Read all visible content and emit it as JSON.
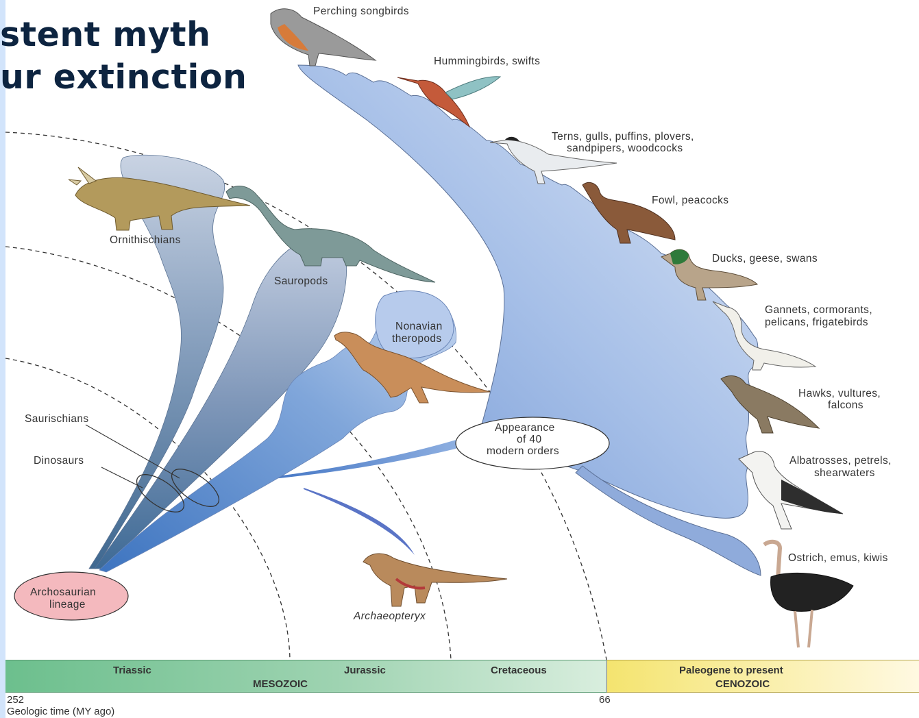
{
  "slide": {
    "title_line1": "stent myth",
    "title_line2": "ur extinction"
  },
  "diagram": {
    "clades": {
      "ornithischians": "Ornithischians",
      "sauropods": "Sauropods",
      "nonavian_theropods_1": "Nonavian",
      "nonavian_theropods_2": "theropods",
      "saurischians": "Saurischians",
      "dinosaurs": "Dinosaurs",
      "archosaurian_1": "Archosaurian",
      "archosaurian_2": "lineage",
      "archaeopteryx": "Archaeopteryx",
      "appearance_1": "Appearance",
      "appearance_2": "of 40",
      "appearance_3": "modern orders"
    },
    "bird_groups": [
      {
        "line1": "Perching songbirds",
        "line2": ""
      },
      {
        "line1": "Hummingbirds, swifts",
        "line2": ""
      },
      {
        "line1": "Terns, gulls, puffins, plovers,",
        "line2": "sandpipers, woodcocks"
      },
      {
        "line1": "Fowl, peacocks",
        "line2": ""
      },
      {
        "line1": "Ducks, geese, swans",
        "line2": ""
      },
      {
        "line1": "Gannets, cormorants,",
        "line2": "pelicans, frigatebirds"
      },
      {
        "line1": "Hawks, vultures,",
        "line2": "falcons"
      },
      {
        "line1": "Albatrosses, petrels,",
        "line2": "shearwaters"
      },
      {
        "line1": "Ostrich, emus, kiwis",
        "line2": ""
      }
    ]
  },
  "timeline": {
    "periods": [
      "Triassic",
      "Jurassic",
      "Cretaceous",
      "Paleogene to present"
    ],
    "eras": [
      "MESOZOIC",
      "CENOZOIC"
    ],
    "ticks": [
      "252",
      "66"
    ],
    "axis_label": "Geologic time (MY ago)"
  },
  "colors": {
    "title": "#0d2440",
    "bird_fan": "#a9c1e6",
    "dino_branch": "#5f7fa6",
    "archosaur_bubble": "#f4b9be",
    "mesozoic_bar": "#6cbf8d",
    "cenozoic_bar": "#f4e46f"
  }
}
